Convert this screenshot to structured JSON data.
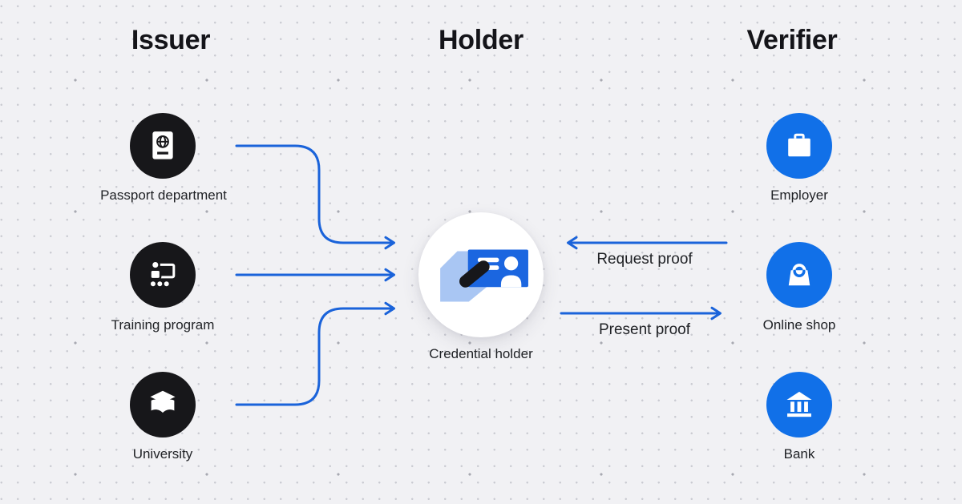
{
  "headers": {
    "issuer": "Issuer",
    "holder": "Holder",
    "verifier": "Verifier"
  },
  "issuers": [
    {
      "label": "Passport department",
      "icon": "passport-icon"
    },
    {
      "label": "Training program",
      "icon": "training-icon"
    },
    {
      "label": "University",
      "icon": "graduation-book-icon"
    }
  ],
  "holder": {
    "label": "Credential holder",
    "icon": "hand-holding-id-card-icon"
  },
  "verifiers": [
    {
      "label": "Employer",
      "icon": "briefcase-icon"
    },
    {
      "label": "Online shop",
      "icon": "shopping-bag-icon"
    },
    {
      "label": "Bank",
      "icon": "bank-building-icon"
    }
  ],
  "flows": {
    "request_label": "Request proof",
    "present_label": "Present proof"
  },
  "colors": {
    "background": "#f1f1f4",
    "dot": "#cacbd2",
    "dot_major": "#a8a9b1",
    "issuer_circle": "#17171a",
    "verifier_circle": "#1170e8",
    "holder_circle": "#ffffff",
    "arrow": "#1a63da",
    "card_blue": "#1b66e0",
    "hand_blue": "#a9c6f3",
    "heading_text": "#141419",
    "label_text": "#202226"
  }
}
